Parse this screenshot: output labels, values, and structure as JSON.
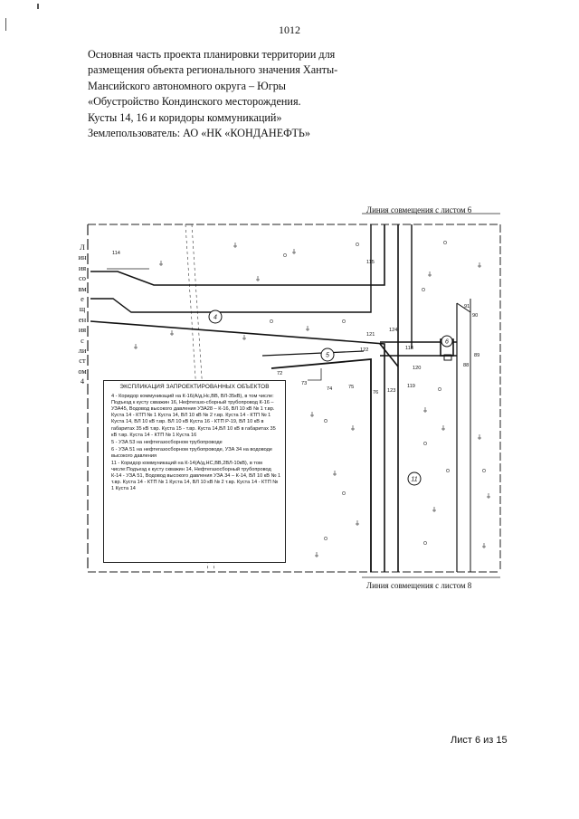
{
  "page_number": "1012",
  "title_lines": [
    "Основная часть проекта планировки территории для",
    "размещения объекта регионального значения Ханты-",
    "Мансийского автономного округа – Югры",
    "«Обустройство Кондинского месторождения.",
    "Кусты 14, 16 и коридоры коммуникаций»",
    "Землепользователь: АО «НК «КОНДАНЕФТЬ»"
  ],
  "map": {
    "label_top": "Линия совмещения с листом 6",
    "label_bottom": "Линия совмещения с листом 8",
    "vertical_label_parts": [
      "Л",
      "ин",
      "ия",
      "со",
      "вм",
      "е",
      "щ",
      "ен",
      "ия",
      "с",
      "ли",
      "ст",
      "ом",
      "4"
    ],
    "point_labels": [
      "114",
      "115",
      "91",
      "90",
      "89",
      "88",
      "121",
      "124",
      "122",
      "118",
      "120",
      "119",
      "123",
      "72",
      "73",
      "74",
      "75",
      "76"
    ],
    "corridor_markers": [
      "4",
      "5",
      "6",
      "11"
    ],
    "legend": {
      "title": "ЭКСПЛИКАЦИЯ ЗАПРОЕКТИРОВАННЫХ ОБЪЕКТОВ",
      "items": [
        "4 - Коридор коммуникаций на К-16(А/д,Нс,ВВ, ВЛ-35кВ), в том числе: Подъезд к кусту скважин 16, Нефтегазо-сборный трубопровод К-16 – УЗА45, Водовод высокого давления УЗА28 – К-16, ВЛ 10 кВ № 1 т.вр. Куста 14 - КТП № 1 Куста 14, ВЛ 10 кВ № 2 т.вр. Куста 14 - КТП № 1 Куста 14, ВЛ 10 кВ т.вр. ВЛ 10 кВ Куста 16 - КТП Р-19, ВЛ 10 кВ в габаритах 35 кВ т.вр. Куста 15 - т.вр. Куста 14,ВЛ 10 кВ в габаритах 35 кВ т.вр. Куста 14 - КТП № 1 Куста 16",
        "5 - УЗА 53 на нефтегазосборном трубопроводе",
        "6 - УЗА 51 на нефтегазосборном трубопроводе, УЗА 34 на водоводе высокого давления",
        "11 - Коридор коммуникаций на К-14(А/д,НС,ВВ,2ВЛ-10кВ), в том числе:Подъезд к кусту скважин 14, Нефтегазосборный трубопровод К-14 - УЗА 51, Водовод высокого давления УЗА 34 – К-14, ВЛ 10 кВ № 1 т.вр. Куста 14 - КТП № 1 Куста 14, ВЛ 10 кВ № 2 т.вр. Куста 14 - КТП № 1 Куста 14"
      ]
    }
  },
  "sheet_footer": "Лист 6 из 15"
}
